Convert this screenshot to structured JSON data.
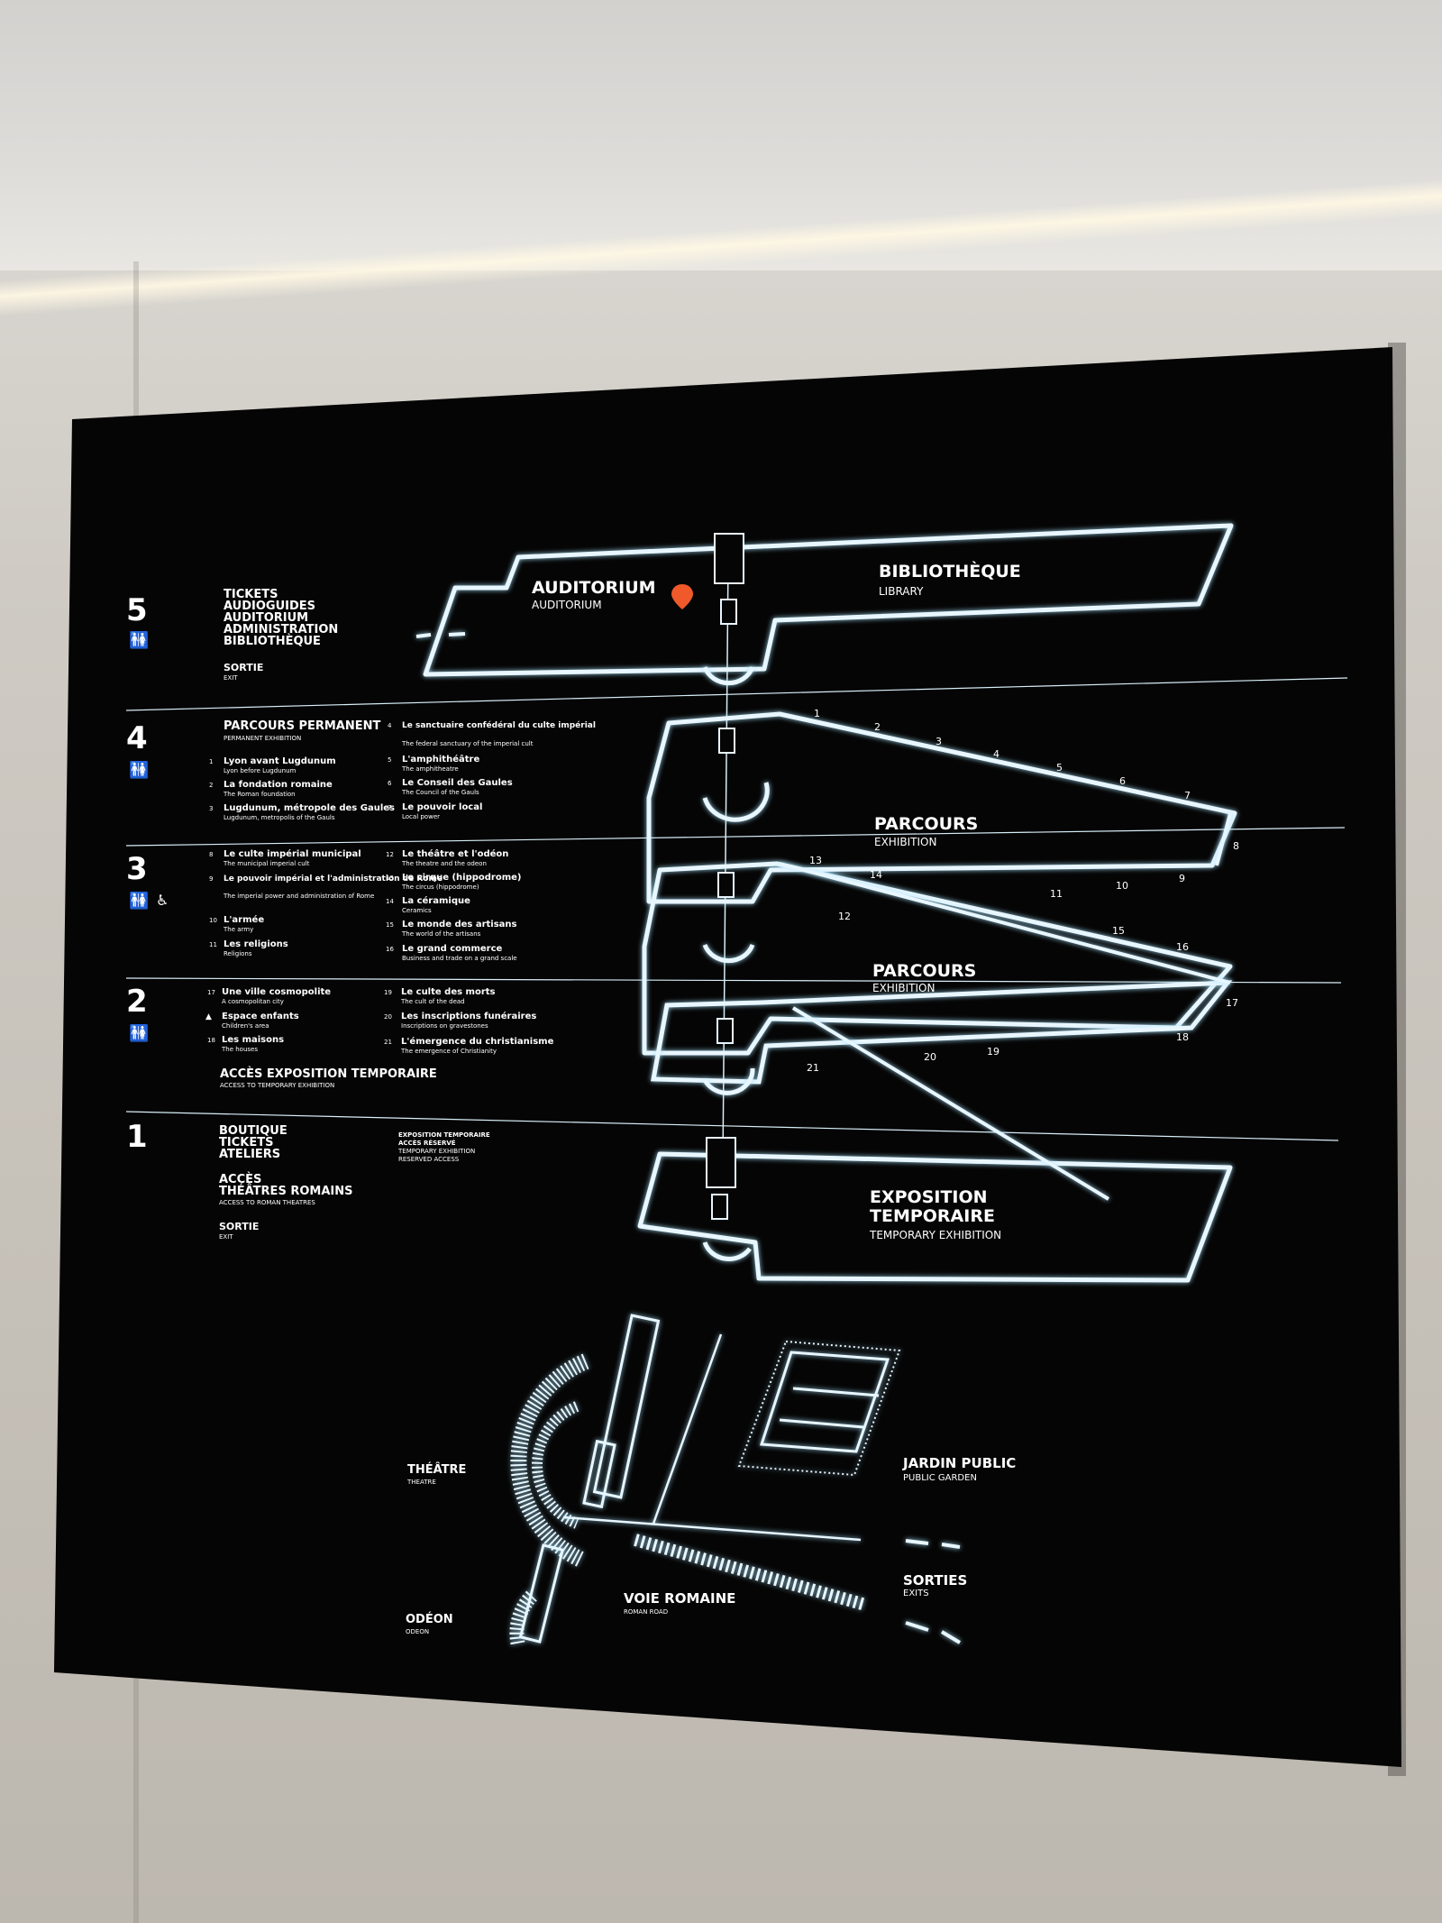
{
  "levels": [
    {
      "number": "5",
      "lines": [
        "TICKETS",
        "AUDIOGUIDES",
        "AUDITORIUM",
        "ADMINISTRATION",
        "BIBLIOTHÈQUE"
      ],
      "exit": "SORTIE",
      "exit_en": "EXIT"
    },
    {
      "number": "4",
      "title": "PARCOURS PERMANENT",
      "title_en": "PERMANENT EXHIBITION",
      "items_left": [
        [
          "1",
          "Lyon avant Lugdunum",
          "Lyon before Lugdunum"
        ],
        [
          "2",
          "La fondation romaine",
          "The Roman foundation"
        ],
        [
          "3",
          "Lugdunum, métropole des Gaules",
          "Lugdunum, metropolis of the Gauls"
        ]
      ],
      "items_right": [
        [
          "4",
          "Le sanctuaire confédéral du culte impérial",
          "The federal sanctuary of the imperial cult"
        ],
        [
          "5",
          "L'amphithéâtre",
          "The amphitheatre"
        ],
        [
          "6",
          "Le Conseil des Gaules",
          "The Council of the Gauls"
        ],
        [
          "7",
          "Le pouvoir local",
          "Local power"
        ]
      ]
    },
    {
      "number": "3",
      "items_left": [
        [
          "8",
          "Le culte impérial municipal",
          "The municipal imperial cult"
        ],
        [
          "9",
          "Le pouvoir impérial et l'administration de Rome",
          "The imperial power and administration of Rome"
        ],
        [
          "10",
          "L'armée",
          "The army"
        ],
        [
          "11",
          "Les religions",
          "Religions"
        ]
      ],
      "items_right": [
        [
          "12",
          "Le théâtre et l'odéon",
          "The theatre and the odeon"
        ],
        [
          "13",
          "Le cirque (hippodrome)",
          "The circus (hippodrome)"
        ],
        [
          "14",
          "La céramique",
          "Ceramics"
        ],
        [
          "15",
          "Le monde des artisans",
          "The world of the artisans"
        ],
        [
          "16",
          "Le grand commerce",
          "Business and trade on a grand scale"
        ]
      ]
    },
    {
      "number": "2",
      "items_left": [
        [
          "17",
          "Une ville cosmopolite",
          "A cosmopolitan city"
        ],
        [
          "▲",
          "Espace enfants",
          "Children's area"
        ],
        [
          "18",
          "Les maisons",
          "The houses"
        ]
      ],
      "items_right": [
        [
          "19",
          "Le culte des morts",
          "The cult of the dead"
        ],
        [
          "20",
          "Les inscriptions funéraires",
          "Inscriptions on gravestones"
        ],
        [
          "21",
          "L'émergence du christianisme",
          "The emergence of Christianity"
        ]
      ],
      "access": "ACCÈS EXPOSITION TEMPORAIRE",
      "access_en": "ACCESS TO TEMPORARY EXHIBITION"
    },
    {
      "number": "1",
      "lines": [
        "BOUTIQUE",
        "TICKETS",
        "ATELIERS"
      ],
      "access": "ACCÈS",
      "access2": "THÉÂTRES ROMAINS",
      "access_en": "ACCESS TO ROMAN THEATRES",
      "exit": "SORTIE",
      "exit_en": "EXIT",
      "reserved": [
        "EXPOSITION TEMPORAIRE",
        "ACCÈS RÉSERVÉ",
        "TEMPORARY EXHIBITION",
        "RESERVED ACCESS"
      ]
    }
  ],
  "map_labels": {
    "auditorium": "AUDITORIUM",
    "auditorium_en": "AUDITORIUM",
    "library": "BIBLIOTHÈQUE",
    "library_en": "LIBRARY",
    "parcours1": "PARCOURS",
    "parcours1_en": "EXHIBITION",
    "parcours2": "PARCOURS",
    "parcours2_en": "EXHIBITION",
    "expo1": "EXPOSITION",
    "expo2": "TEMPORAIRE",
    "expo_en": "TEMPORARY EXHIBITION",
    "theatre": "THÉÂTRE",
    "theatre_en": "THEATRE",
    "odeon": "ODÉON",
    "odeon_en": "ODEON",
    "garden": "JARDIN PUBLIC",
    "garden_en": "PUBLIC GARDEN",
    "road": "VOIE ROMAINE",
    "road_en": "ROMAN ROAD",
    "exits": "SORTIES",
    "exits_en": "EXITS"
  },
  "route_numbers": [
    "1",
    "2",
    "3",
    "4",
    "5",
    "6",
    "7",
    "8",
    "9",
    "10",
    "11",
    "12",
    "13",
    "14",
    "15",
    "16",
    "17",
    "18",
    "19",
    "20",
    "21"
  ],
  "colors": {
    "background": "#050505",
    "line": "#e8f6ff",
    "marker": "#f0592a"
  }
}
